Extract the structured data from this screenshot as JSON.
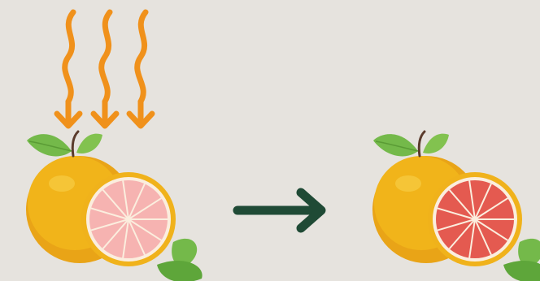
{
  "scene": {
    "background": "#e6e3de",
    "left_group": {
      "heat_waves": {
        "count": 3,
        "color": "#f0911b",
        "icon": "heat-wave-arrows"
      },
      "fruit": {
        "name": "grapefruit",
        "peel_color": "#f1b41a",
        "flesh_color": "#f6b3b1",
        "state": "pale pink flesh"
      }
    },
    "arrow": {
      "icon": "arrow-right",
      "color": "#1f4a35"
    },
    "right_group": {
      "fruit": {
        "name": "grapefruit",
        "peel_color": "#f1b41a",
        "flesh_color": "#e45a50",
        "state": "deep red flesh"
      }
    },
    "leaf_color": "#74b94a",
    "stem_color": "#5b3b2c"
  }
}
